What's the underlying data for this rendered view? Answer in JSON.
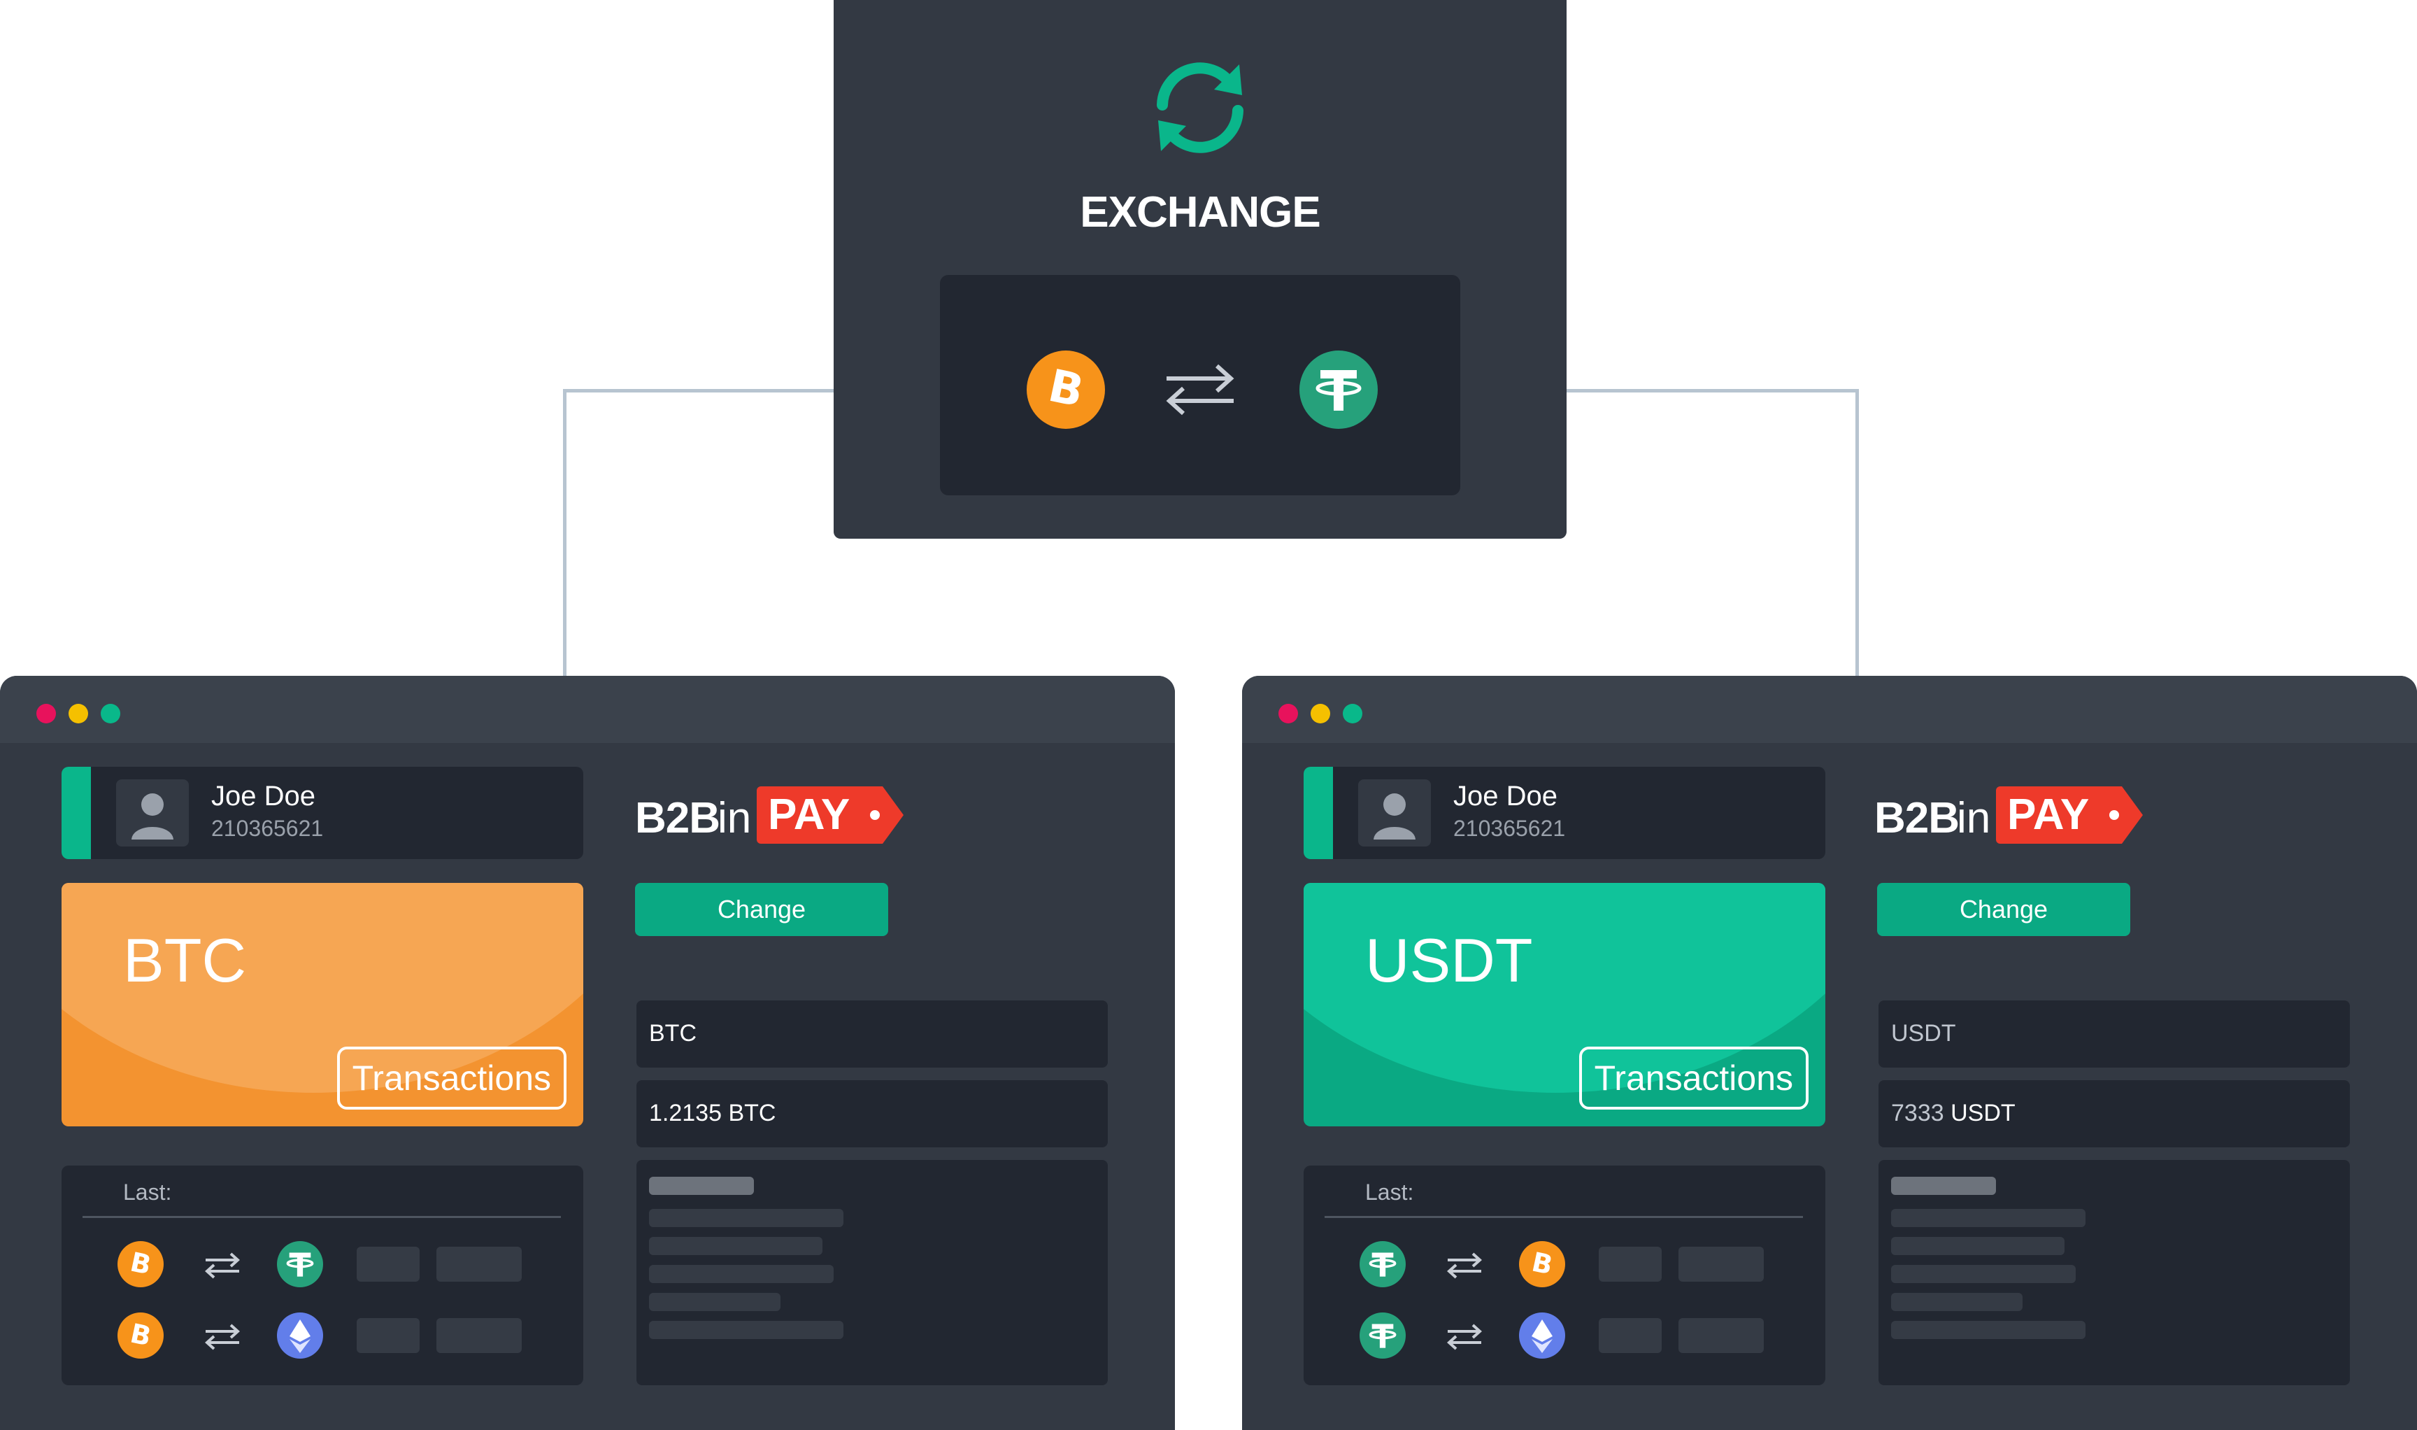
{
  "exchange": {
    "title": "EXCHANGE",
    "icons": [
      "refresh-icon",
      "bitcoin-icon",
      "swap-arrows-icon",
      "tether-icon"
    ],
    "accent_color": "#0ab68b"
  },
  "brand": {
    "logo_part1": "B2B",
    "logo_part2": "in",
    "logo_part3": "PAY",
    "pay_color": "#ee3a2a"
  },
  "left_window": {
    "user": {
      "name": "Joe Doe",
      "id": "210365621"
    },
    "balance_card": {
      "currency": "BTC",
      "transactions_label": "Transactions",
      "color": "#f39330"
    },
    "last": {
      "label": "Last:",
      "rows": [
        {
          "from": "bitcoin-icon",
          "to": "tether-icon"
        },
        {
          "from": "bitcoin-icon",
          "to": "ethereum-icon"
        }
      ]
    },
    "change_label": "Change",
    "currency_field": "BTC",
    "amount_value": "1.2135",
    "amount_unit": "BTC"
  },
  "right_window": {
    "user": {
      "name": "Joe Doe",
      "id": "210365621"
    },
    "balance_card": {
      "currency": "USDT",
      "transactions_label": "Transactions",
      "color": "#0aa983"
    },
    "last": {
      "label": "Last:",
      "rows": [
        {
          "from": "tether-icon",
          "to": "bitcoin-icon"
        },
        {
          "from": "tether-icon",
          "to": "ethereum-icon"
        }
      ]
    },
    "change_label": "Change",
    "currency_field": "USDT",
    "amount_value": "7333",
    "amount_unit": "USDT"
  }
}
